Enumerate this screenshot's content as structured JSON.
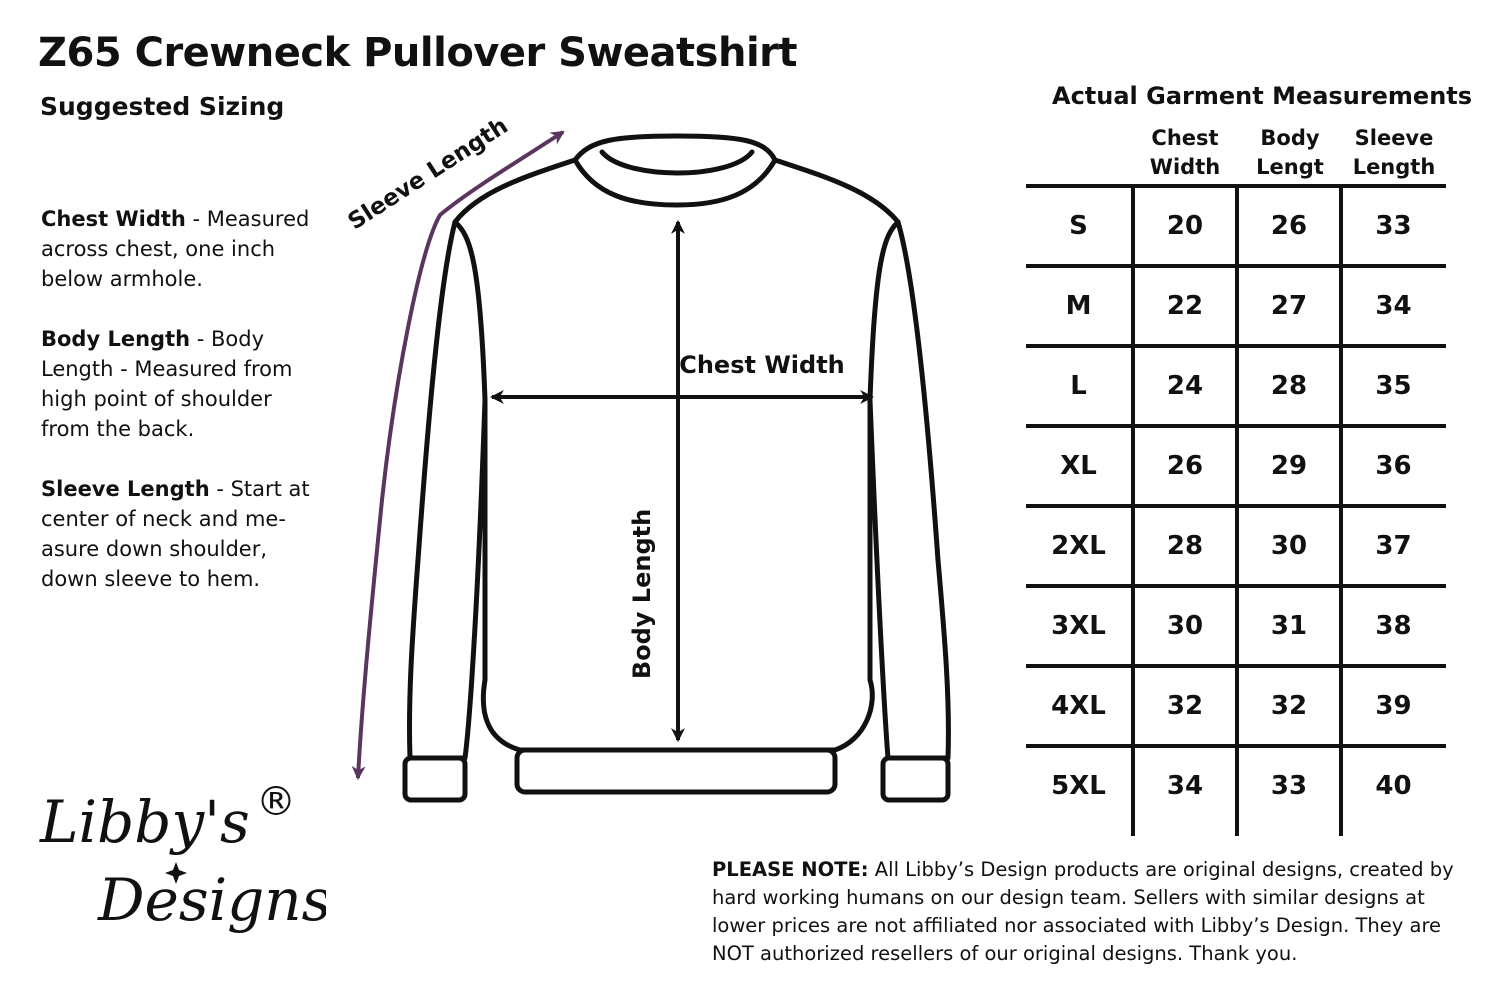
{
  "header": {
    "title": "Z65 Crewneck Pullover Sweatshirt",
    "subtitle": "Suggested Sizing"
  },
  "definitions": [
    {
      "term": "Chest Width",
      "text": " - Measured across chest, one inch below armhole."
    },
    {
      "term": "Body Length",
      "text": " - Body Length - Measured from high point of shoulder from the back."
    },
    {
      "term": "Sleeve Length",
      "text": " - Start at center of neck and me-asure down shoulder, down sleeve to hem."
    }
  ],
  "diagram": {
    "sleeve_label": "Sleeve Length",
    "chest_label": "Chest Width",
    "body_label": "Body Length",
    "colors": {
      "outline": "#111111",
      "sleeve_arrow": "#5b3560"
    }
  },
  "logo": {
    "line1": "Libby's",
    "line2": "Designs",
    "mark": "®"
  },
  "table": {
    "title": "Actual Garment Measurements",
    "columns": [
      {
        "line1": "Chest",
        "line2": "Width"
      },
      {
        "line1": "Body",
        "line2": "Lengt"
      },
      {
        "line1": "Sleeve",
        "line2": "Length"
      }
    ],
    "rows": [
      {
        "size": "S",
        "values": [
          "20",
          "26",
          "33"
        ]
      },
      {
        "size": "M",
        "values": [
          "22",
          "27",
          "34"
        ]
      },
      {
        "size": "L",
        "values": [
          "24",
          "28",
          "35"
        ]
      },
      {
        "size": "XL",
        "values": [
          "26",
          "29",
          "36"
        ]
      },
      {
        "size": "2XL",
        "values": [
          "28",
          "30",
          "37"
        ]
      },
      {
        "size": "3XL",
        "values": [
          "30",
          "31",
          "38"
        ]
      },
      {
        "size": "4XL",
        "values": [
          "32",
          "32",
          "39"
        ]
      },
      {
        "size": "5XL",
        "values": [
          "34",
          "33",
          "40"
        ]
      }
    ]
  },
  "note": {
    "label": "PLEASE NOTE:",
    "text": " All Libby’s Design products are original designs, created by hard working humans on our design team. Sellers with similar designs at lower prices are not affiliated nor associated with Libby’s Design. They are NOT authorized resellers of our original designs. Thank you."
  }
}
